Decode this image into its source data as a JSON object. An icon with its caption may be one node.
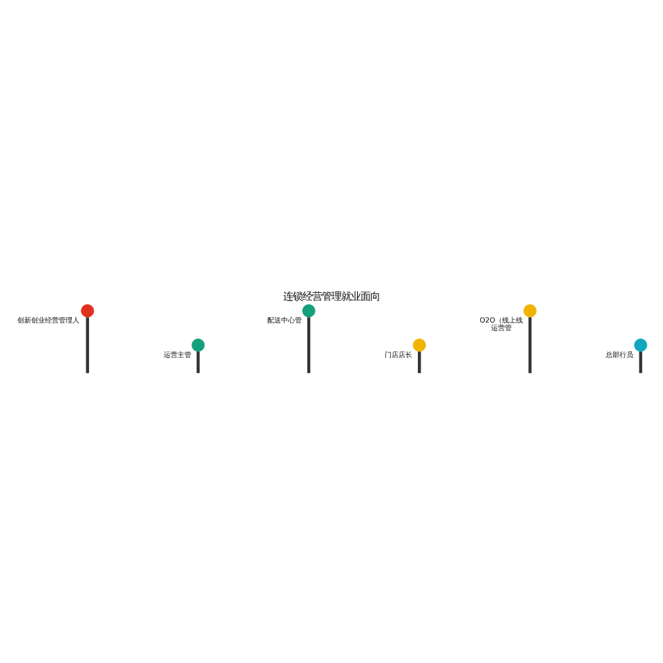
{
  "diagram": {
    "title": "连锁经营管理就业面向",
    "nodes": [
      {
        "text": [],
        "shape": "circle",
        "beside": [
          "创新创业经营管理人"
        ]
      },
      {
        "text": [],
        "shape": "circle",
        "beside": [
          "运营主管"
        ]
      },
      {
        "text": [],
        "shape": "circle",
        "beside": [
          "配送中心管"
        ]
      },
      {
        "text": [],
        "shape": "circle",
        "beside": [
          "门店店长"
        ]
      },
      {
        "text": [],
        "shape": "circle",
        "beside": [
          "O2O（线上线",
          "运营管"
        ]
      },
      {
        "text": [],
        "shape": "circle",
        "beside": [
          "总部行员"
        ]
      }
    ],
    "edges": [
      {
        "from": null,
        "to": 0,
        "arrow": "none"
      },
      {
        "from": null,
        "to": 1,
        "arrow": "none"
      },
      {
        "from": null,
        "to": 2,
        "arrow": "none"
      },
      {
        "from": null,
        "to": 3,
        "arrow": "none"
      },
      {
        "from": null,
        "to": 4,
        "arrow": "none"
      },
      {
        "from": null,
        "to": 5,
        "arrow": "none"
      }
    ]
  }
}
